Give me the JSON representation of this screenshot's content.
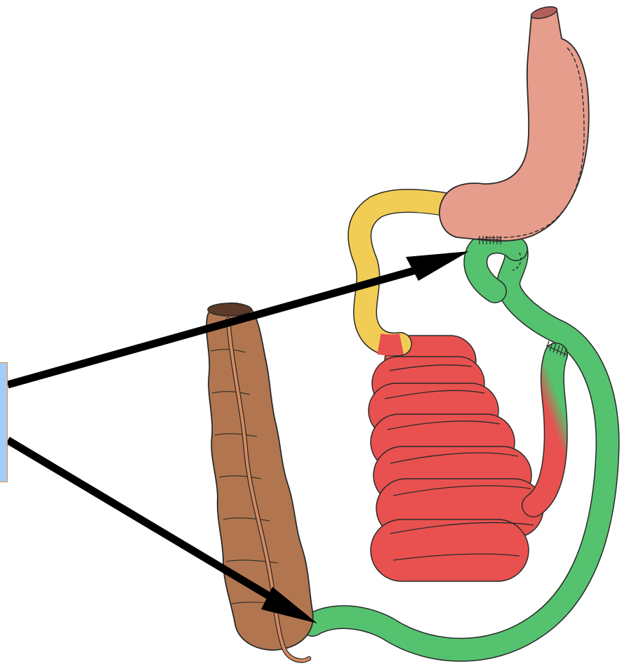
{
  "diagram": {
    "label_box": {
      "text": "",
      "fill": "#a3ccf9",
      "border": "#dc8c4b"
    },
    "colors": {
      "stomach": "#e79d8b",
      "biliopancreatic_limb": "#f2cd55",
      "small_intestine": "#e8514f",
      "alimentary_limb": "#55c26f",
      "colon": "#b1764f",
      "appendix": "#d88a5e",
      "arrow": "#000000",
      "outline": "#2a2a2a"
    },
    "icons": [
      "stomach",
      "colon",
      "small-bowel-coil",
      "staple-line",
      "pointer-arrow"
    ]
  }
}
